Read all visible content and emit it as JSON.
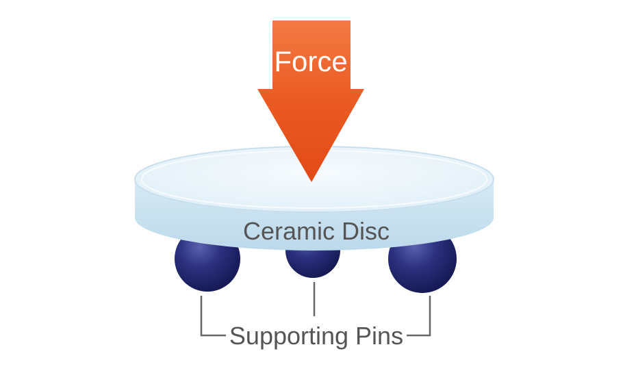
{
  "labels": {
    "force": "Force",
    "disc": "Ceramic Disc",
    "pins": "Supporting Pins"
  },
  "colors": {
    "arrow": "#e8501c",
    "arrow_light": "#f26c35",
    "disc_top": "#eef7fc",
    "disc_side": "#cfe6f3",
    "pin": "#2b2f78",
    "pin_highlight": "#5a5fae",
    "text_dark": "#555555",
    "text_light": "#ffffff",
    "bracket": "#666666"
  }
}
